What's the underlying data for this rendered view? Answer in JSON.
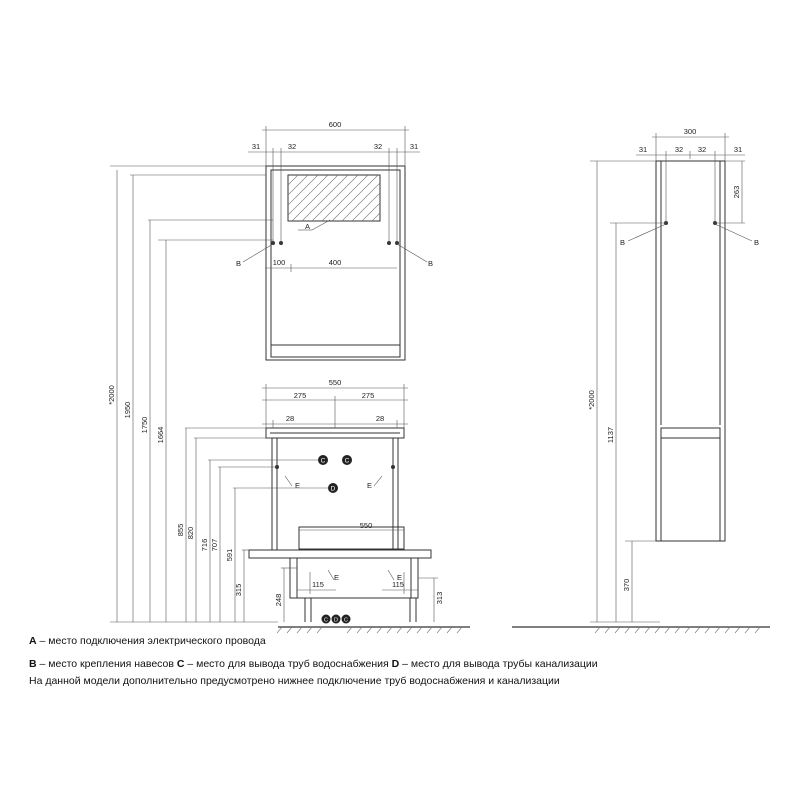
{
  "mirror": {
    "width": "600",
    "segments": [
      "31",
      "32",
      "32",
      "31"
    ],
    "mount_spacing": [
      "100",
      "400"
    ],
    "label_a": "A",
    "label_b": "B"
  },
  "heights_left": [
    "*2000",
    "1950",
    "1750",
    "1664"
  ],
  "washbasin": {
    "width": "550",
    "half": [
      "275",
      "275"
    ],
    "edges": [
      "28",
      "28"
    ],
    "cabinet_width": "550",
    "heights": [
      "855",
      "820",
      "716",
      "707",
      "591",
      "315",
      "248"
    ],
    "legs_right": "313",
    "bottom_offsets": [
      "115",
      "115"
    ],
    "label_c": "C",
    "label_d": "D",
    "label_e": "E"
  },
  "column": {
    "width": "300",
    "segments": [
      "31",
      "32",
      "32",
      "31"
    ],
    "top_mount": "263",
    "heights": [
      "*2000",
      "1137",
      "370"
    ],
    "label_b": "B"
  },
  "legend": {
    "a_key": "A",
    "a_text": " – место подключения электрического провода",
    "b_key": "B",
    "b_text": " – место крепления навесов ",
    "c_key": "C",
    "c_text": " – место для вывода труб водоснабжения   ",
    "d_key": "D",
    "d_text": " – место для вывода трубы канализации",
    "note": "На данной модели дополнительно предусмотрено нижнее подключение труб водоснабжения и канализации"
  }
}
